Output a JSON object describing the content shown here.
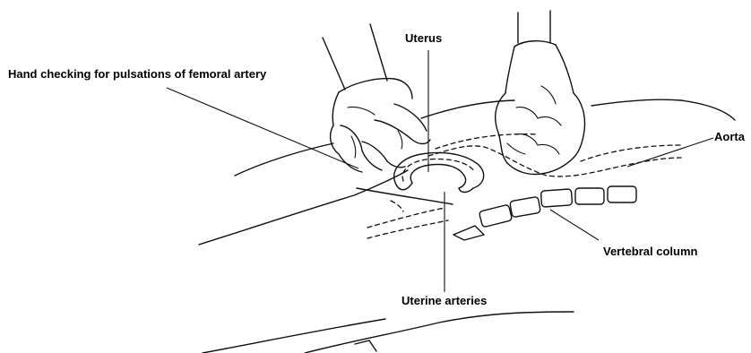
{
  "labels": {
    "uterus": "Uterus",
    "hand": "Hand checking for pulsations of femoral artery",
    "aorta": "Aorta",
    "vertebral": "Vertebral column",
    "uterine_arteries": "Uterine arteries"
  }
}
